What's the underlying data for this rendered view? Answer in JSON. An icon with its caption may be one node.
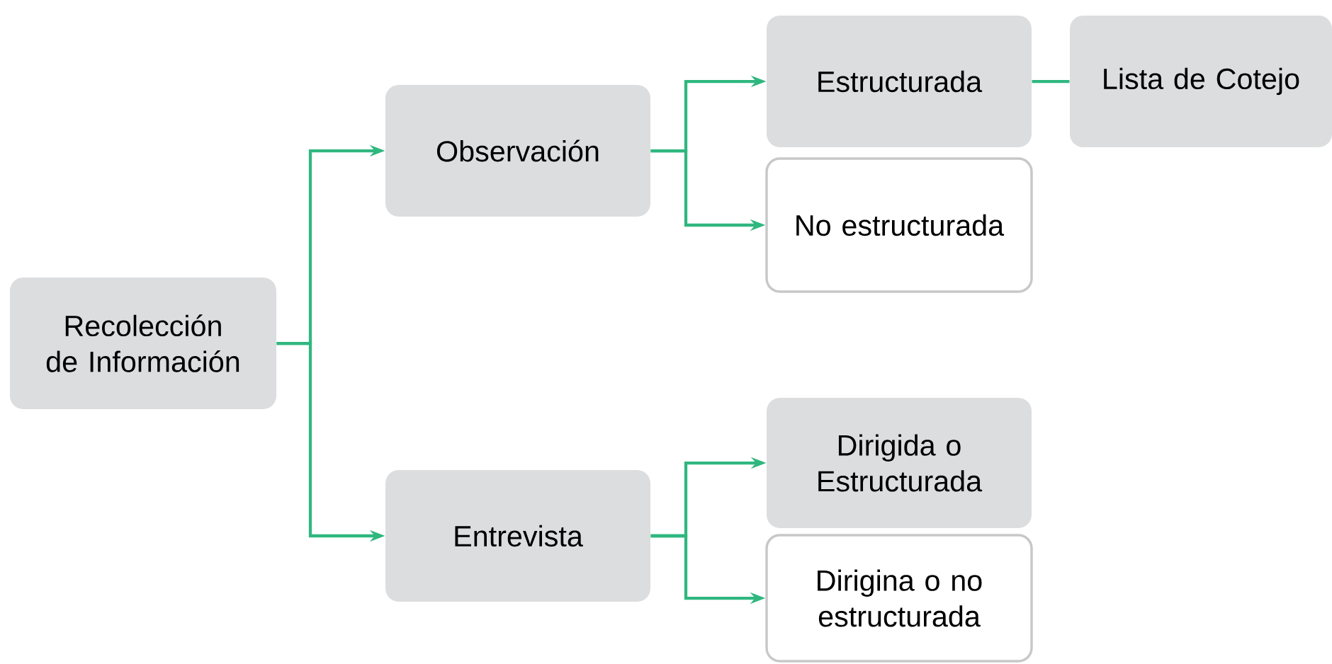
{
  "diagram": {
    "nodes": [
      {
        "text": [
          "Recolección de Información"
        ]
      },
      {
        "text": [
          "Observación"
        ]
      },
      {
        "text": [
          "Estructurada"
        ]
      },
      {
        "text": [
          "Lista de Cotejo"
        ]
      },
      {
        "text": [
          "No estructurada"
        ]
      },
      {
        "text": [
          "Entrevista"
        ]
      },
      {
        "text": [
          "Dirigida o Estructurada"
        ]
      },
      {
        "text": [
          "Dirigina o no estructurada"
        ]
      }
    ],
    "edges": [
      {
        "from": 0,
        "to": 1,
        "arrow": "to"
      },
      {
        "from": 0,
        "to": 5,
        "arrow": "to"
      },
      {
        "from": 1,
        "to": 2,
        "arrow": "to"
      },
      {
        "from": 1,
        "to": 4,
        "arrow": "to"
      },
      {
        "from": 2,
        "to": 3,
        "arrow": "none"
      },
      {
        "from": 5,
        "to": 6,
        "arrow": "to"
      },
      {
        "from": 5,
        "to": 7,
        "arrow": "to"
      }
    ]
  }
}
